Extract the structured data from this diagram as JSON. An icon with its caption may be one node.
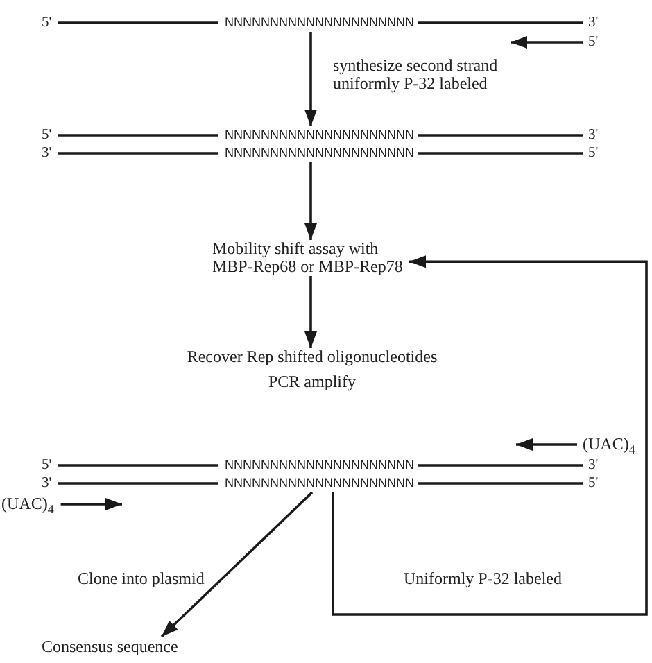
{
  "diagram": {
    "nodes": [
      {
        "text": [
          "5'",
          "NNNNNNNNNNNNNNNNNNNNN",
          "3'"
        ]
      },
      {
        "text": [
          "5'"
        ]
      },
      {
        "text": [
          "5'",
          "NNNNNNNNNNNNNNNNNNNNN",
          "3'",
          "3'",
          "NNNNNNNNNNNNNNNNNNNNN",
          "5'"
        ]
      },
      {
        "text": [
          "Mobility shift assay with MBP-Rep68 or MBP-Rep78"
        ]
      },
      {
        "text": [
          "Recover Rep shifted oligonucleotides",
          "PCR amplify"
        ]
      },
      {
        "text": [
          "(UAC)$_{4}$"
        ]
      },
      {
        "text": [
          "5'",
          "NNNNNNNNNNNNNNNNNNNNN",
          "3'",
          "3'",
          "NNNNNNNNNNNNNNNNNNNNN",
          "5'"
        ]
      },
      {
        "text": [
          "(UAC)$_{4}$"
        ]
      },
      {
        "text": [
          "Consensus sequence"
        ]
      }
    ],
    "edges": [
      {
        "from": 0,
        "to": 2,
        "arrow": "to",
        "label": "synthesize second strand uniformly P-32 labeled"
      },
      {
        "from": 1,
        "to": 0,
        "arrow": "to"
      },
      {
        "from": 2,
        "to": 3,
        "arrow": "to"
      },
      {
        "from": 3,
        "to": 4,
        "arrow": "to"
      },
      {
        "from": 5,
        "to": 6,
        "arrow": "to"
      },
      {
        "from": 7,
        "to": 6,
        "arrow": "to"
      },
      {
        "from": 6,
        "to": 8,
        "arrow": "to",
        "label": "Clone into plasmid"
      },
      {
        "from": 6,
        "to": 3,
        "arrow": "to",
        "label": "Uniformly P-32 labeled"
      }
    ]
  }
}
